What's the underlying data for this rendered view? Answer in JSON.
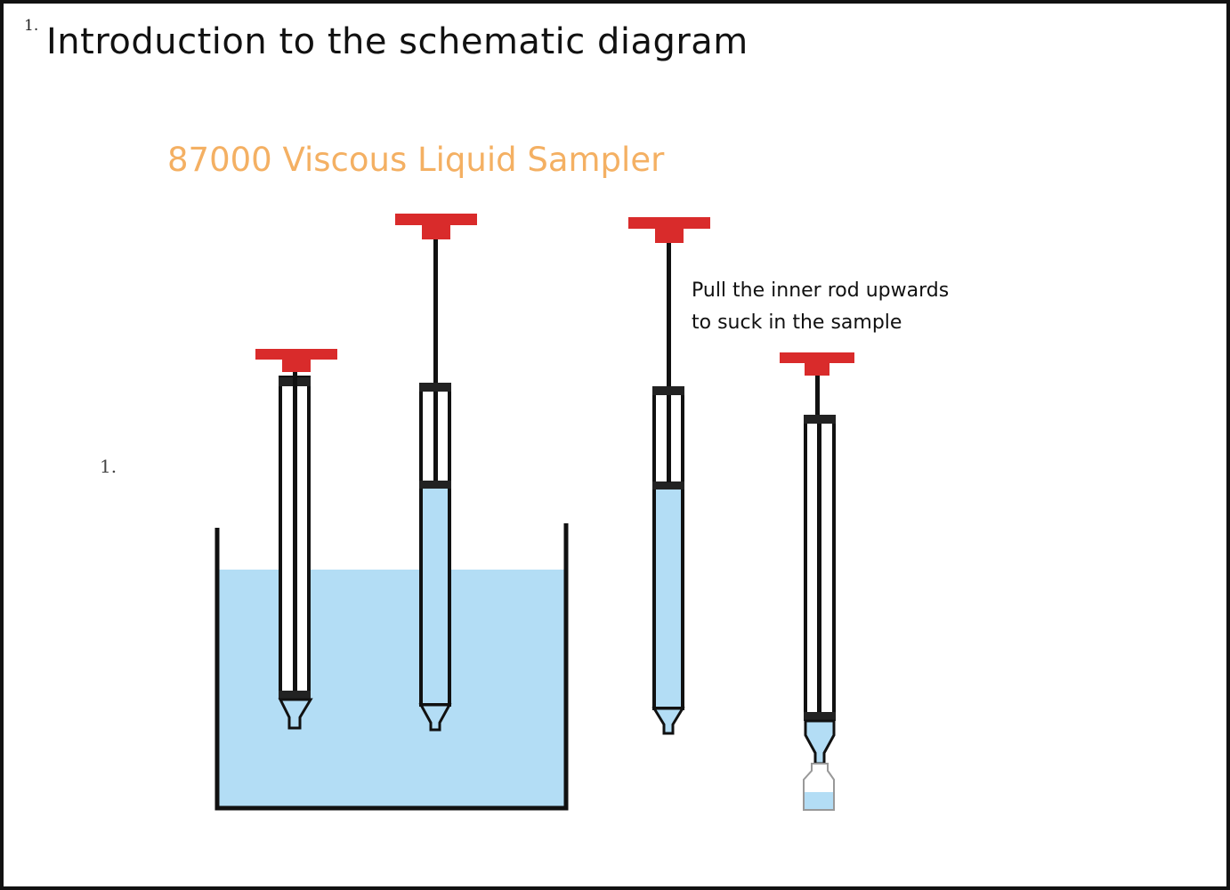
{
  "header": {
    "number": "1.",
    "title": "Introduction to the schematic diagram"
  },
  "diagram": {
    "title": "87000 Viscous Liquid Sampler",
    "step_number": "1.",
    "annotation": {
      "line1": "Pull the inner rod upwards",
      "line2": "to suck in the sample"
    },
    "colors": {
      "handle": "#d92b2b",
      "liquid": "#b3ddf5",
      "outline": "#111111",
      "title": "#f4b063"
    }
  }
}
